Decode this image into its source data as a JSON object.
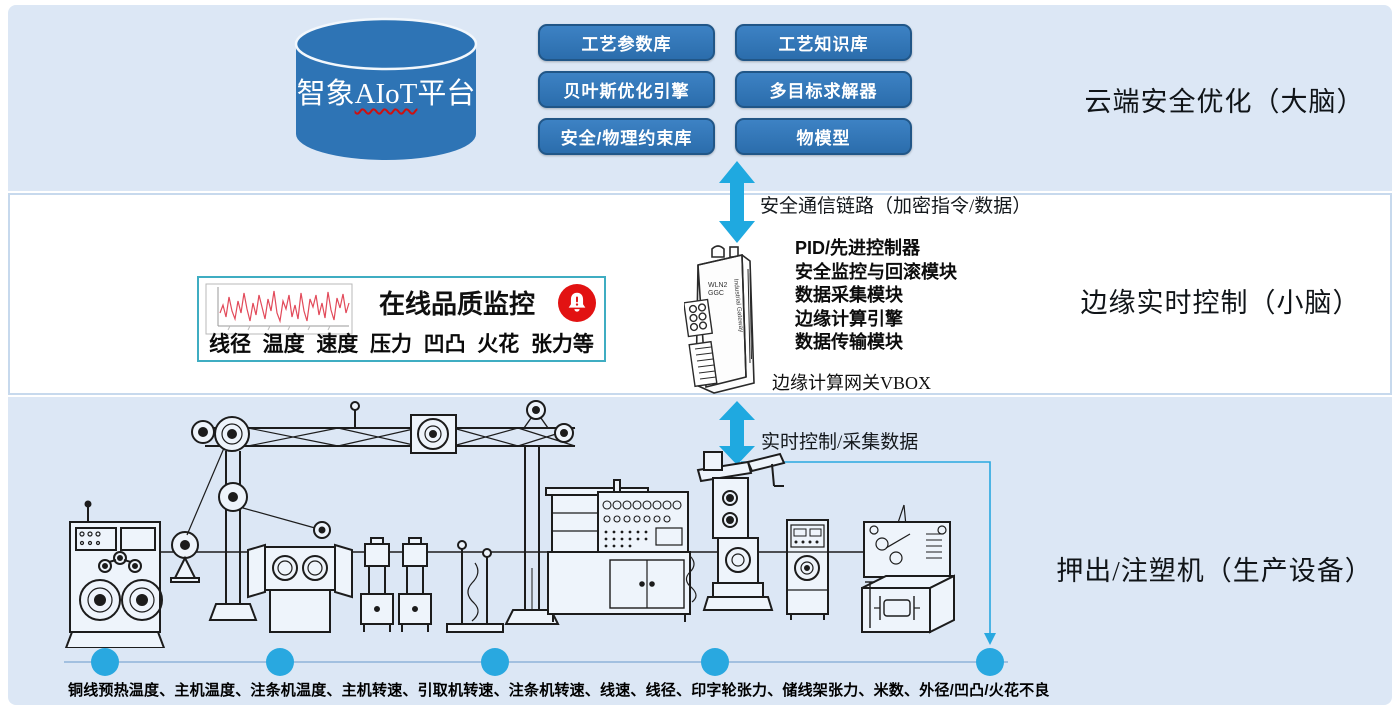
{
  "cloud": {
    "platform": {
      "prefix": "智象",
      "mid": "AIoT",
      "suffix": "平台"
    },
    "buttons": [
      "工艺参数库",
      "工艺知识库",
      "贝叶斯优化引擎",
      "多目标求解器",
      "安全/物理约束库",
      "物模型"
    ],
    "layer_label": "云端安全优化（大脑）"
  },
  "links": {
    "cloud_edge": "安全通信链路（加密指令/数据）",
    "edge_device": "实时控制/采集数据"
  },
  "edge": {
    "monitor": {
      "title": "在线品质监控",
      "metrics": [
        "线径",
        "温度",
        "速度",
        "压力",
        "凹凸",
        "火花",
        "张力等"
      ]
    },
    "modules": [
      "PID/先进控制器",
      "安全监控与回滚模块",
      "数据采集模块",
      "边缘计算引擎",
      "数据传输模块"
    ],
    "gateway_name": "边缘计算网关VBOX",
    "layer_label": "边缘实时控制（小脑）"
  },
  "device": {
    "layer_label": "押出/注塑机（生产设备）",
    "sensors": "铜线预热温度、主机温度、注条机温度、主机转速、引取机转速、注条机转速、线速、线径、印字轮张力、储线架张力、米数、外径/凹凸/火花不良"
  },
  "colors": {
    "band_blue": "#dce7f5",
    "node_blue": "#2e74b5",
    "arrow_cyan": "#1fa9e0",
    "alert_red": "#e21212",
    "monitor_border": "#3fadc2"
  }
}
